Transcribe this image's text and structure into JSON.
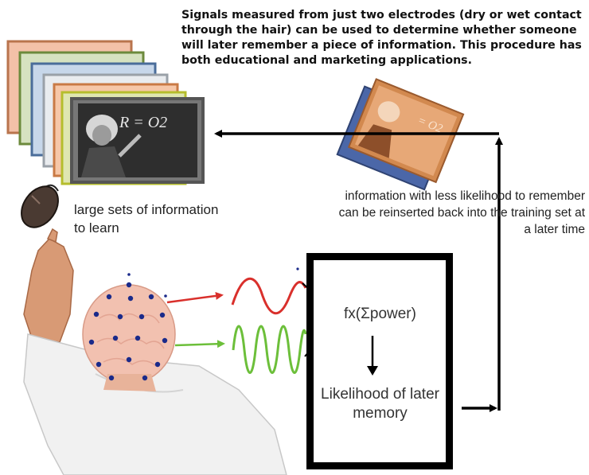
{
  "headline": "Signals measured from just two electrodes (dry or wet contact through the hair) can be used to determine whether someone will later remember a piece of information. This procedure has both educational and marketing applications.",
  "left_label": "large sets of information to learn",
  "right_label": "information with less likelihood to remember can be reinserted back into the training set at a later time",
  "formula": "fx(Σpower)",
  "output_label": "Likelihood of later memory",
  "board_text": "R = O2",
  "colors": {
    "signal_red": "#d9302c",
    "signal_green": "#6cbf3a",
    "electrode": "#1a2a8a",
    "scalp": "#f2c1b0",
    "sepia": "#d2894f"
  }
}
